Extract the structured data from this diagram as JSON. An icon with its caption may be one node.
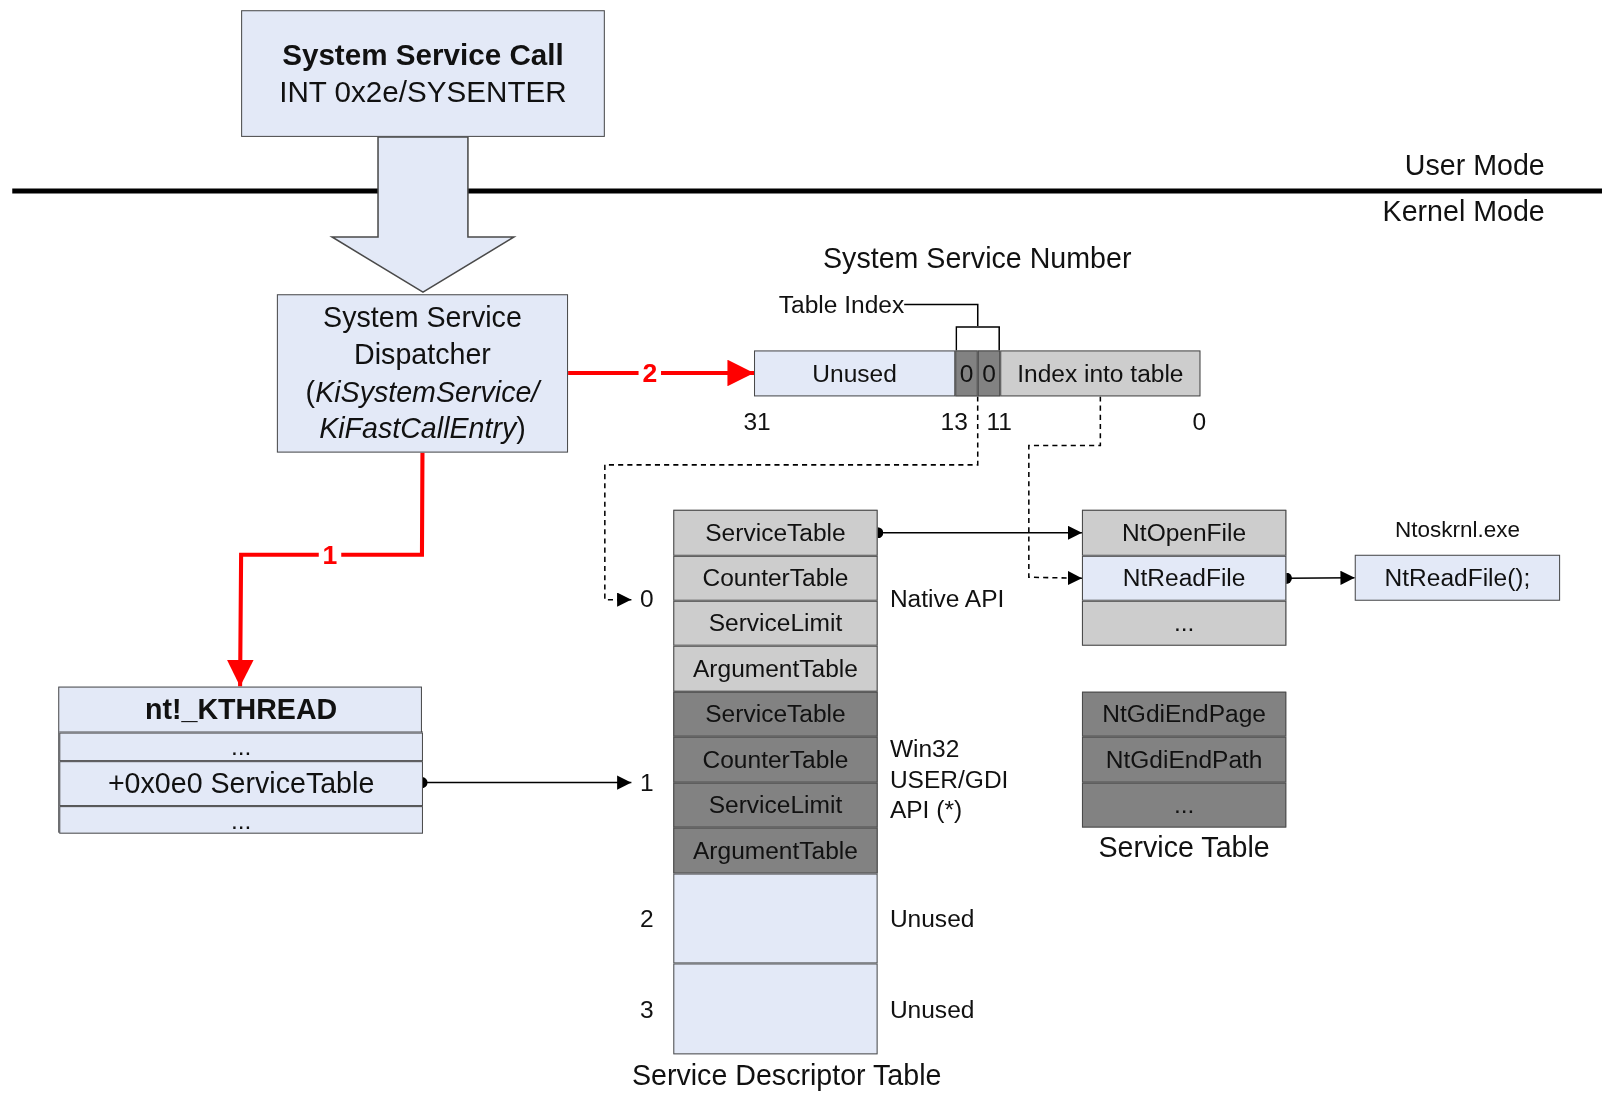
{
  "diagram": {
    "nodes": [
      {
        "text": [
          "System Service Call",
          "INT 0x2e/SYSENTER"
        ]
      },
      {
        "text": [
          "System Service Dispatcher (*KiSystemService/ KiFastCallEntry*)"
        ]
      },
      {
        "text": [
          "System Service Number"
        ]
      },
      {
        "text": [
          "Unused"
        ],
        "in": 2
      },
      {
        "text": [
          "0"
        ],
        "in": 2
      },
      {
        "text": [
          "0"
        ],
        "in": 2
      },
      {
        "text": [
          "Index into table"
        ],
        "in": 2
      },
      {
        "text": [
          "nt!_KTHREAD"
        ]
      },
      {
        "text": [
          "..."
        ],
        "in": 7
      },
      {
        "text": [
          "+0x0e0 ServiceTable"
        ],
        "in": 7
      },
      {
        "text": [
          "..."
        ],
        "in": 7
      },
      {
        "text": [
          "Service Descriptor Table"
        ]
      },
      {
        "text": [],
        "shape": "box",
        "in": 11,
        "beside": [
          "0",
          "Native API"
        ]
      },
      {
        "text": [
          "ServiceTable"
        ],
        "in": 12
      },
      {
        "text": [
          "CounterTable"
        ],
        "in": 12
      },
      {
        "text": [
          "ServiceLimit"
        ],
        "in": 12
      },
      {
        "text": [
          "ArgumentTable"
        ],
        "in": 12
      },
      {
        "text": [],
        "shape": "box",
        "in": 11,
        "beside": [
          "1",
          "Win32 USER/GDI API (*)"
        ]
      },
      {
        "text": [
          "ServiceTable"
        ],
        "in": 17
      },
      {
        "text": [
          "CounterTable"
        ],
        "in": 17
      },
      {
        "text": [
          "ServiceLimit"
        ],
        "in": 17
      },
      {
        "text": [
          "ArgumentTable"
        ],
        "in": 17
      },
      {
        "text": [],
        "shape": "box",
        "in": 11,
        "beside": [
          "2",
          "Unused"
        ]
      },
      {
        "text": [],
        "shape": "box",
        "in": 11,
        "beside": [
          "3",
          "Unused"
        ]
      },
      {
        "text": [],
        "shape": "box"
      },
      {
        "text": [
          "NtOpenFile"
        ],
        "in": 24
      },
      {
        "text": [
          "NtReadFile"
        ],
        "in": 24
      },
      {
        "text": [
          "..."
        ],
        "in": 24
      },
      {
        "text": [
          "Service Table"
        ]
      },
      {
        "text": [
          "NtGdiEndPage"
        ],
        "in": 28
      },
      {
        "text": [
          "NtGdiEndPath"
        ],
        "in": 28
      },
      {
        "text": [
          "..."
        ],
        "in": 28
      },
      {
        "text": [
          "NtReadFile();"
        ],
        "beside": [
          "Ntoskrnl.exe"
        ]
      },
      {
        "text": [
          "Table Index"
        ]
      },
      {
        "text": [],
        "shape": "bracket"
      }
    ],
    "edges": [
      {
        "from": 0,
        "to": 1,
        "arrow": "to"
      },
      {
        "from": 1,
        "to": 2,
        "arrow": "to",
        "label": "2",
        "style": "thick",
        "color": "#ff0000"
      },
      {
        "from": 1,
        "to": 7,
        "arrow": "to",
        "label": "1",
        "style": "thick",
        "color": "#ff0000"
      },
      {
        "from": 2,
        "to": 12,
        "arrow": "to",
        "style": "dashed"
      },
      {
        "from": 6,
        "to": 26,
        "arrow": "to",
        "style": "dashed"
      },
      {
        "from": 13,
        "to": 25,
        "arrow": "to"
      },
      {
        "from": 9,
        "to": 17,
        "arrow": "to"
      },
      {
        "from": 26,
        "to": 32,
        "arrow": "to"
      },
      {
        "from": 33,
        "to": 34,
        "arrow": "none"
      }
    ],
    "labels": [
      "User Mode",
      "Kernel Mode",
      "31",
      "13",
      "11",
      "0"
    ]
  }
}
